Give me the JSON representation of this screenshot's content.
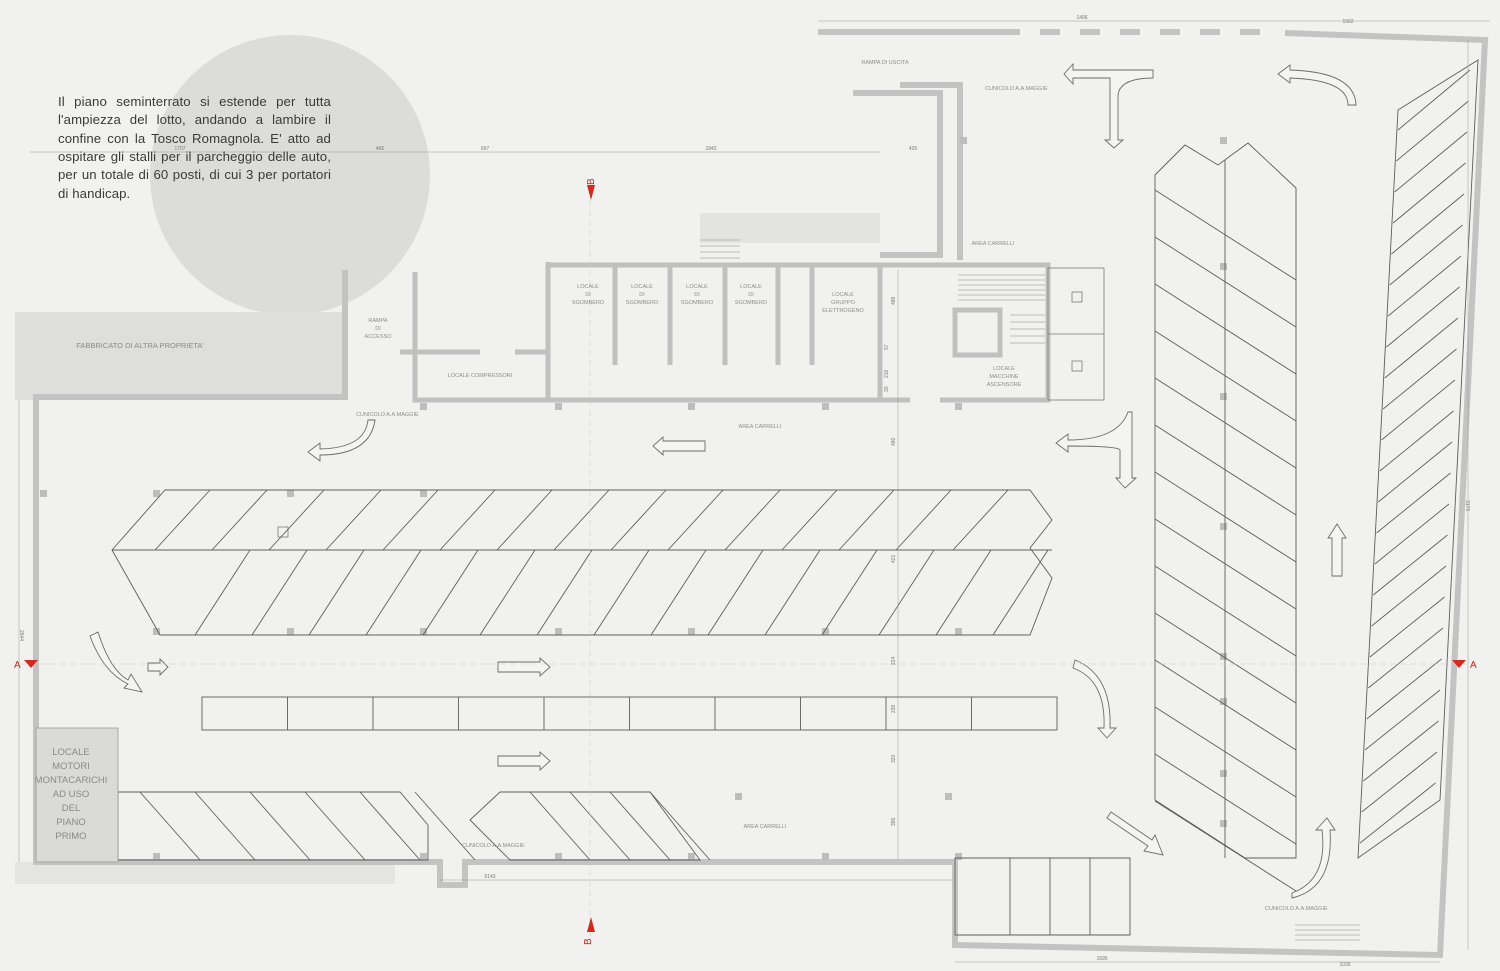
{
  "intro_text": "Il piano seminterrato si estende per tutta l'ampiezza del lotto, andando a lambire il confine con la Tosco Romagnola. E' atto ad ospitare gli stalli per il parcheggio delle auto, per un totale di 60 posti, di cui 3 per portatori di handicap.",
  "labels": {
    "fabbricato": "FABBRICATO DI ALTRA PROPRIETA'",
    "rampa_uscita": "RAMPA DI USCITA",
    "rampa_accesso": [
      "RAMPA",
      "DI",
      "ACCESSO"
    ],
    "locale_compressori": "LOCALE COMPRESSORI",
    "sgombero": [
      "LOCALE",
      "DI",
      "SGOMBERO"
    ],
    "elettrogeno": [
      "LOCALE",
      "GRUPPO",
      "ELETTROGENO"
    ],
    "macchine_ascensore": [
      "LOCALE",
      "MACCHINE",
      "ASCENSORE"
    ],
    "area_carrelli": "AREA CARRELLI",
    "cunicolo": "CUNICOLO A.A.MAGGIE",
    "locale_motori": [
      "LOCALE",
      "MOTORI",
      "MONTACARICHI",
      "AD USO",
      "DEL",
      "PIANO",
      "PRIMO"
    ]
  },
  "section_marks": {
    "a": "A",
    "b": "B"
  },
  "dimensions": {
    "top_1": "1406",
    "top_2": "1562",
    "row_1": "465",
    "row_2": "697",
    "row_3": "1842",
    "row_4": "426",
    "row_5": "1707",
    "left": "2644",
    "right": "3176",
    "bottom_1": "5143",
    "bottom_2": "1695",
    "bottom_3": "1035",
    "mid_1": "488",
    "mid_2": "57",
    "mid_3": "216",
    "mid_4": "30",
    "mid_5": "480",
    "mid_6": "421",
    "mid_7": "224",
    "mid_8": "230",
    "mid_9": "320",
    "mid_10": "395"
  },
  "colors": {
    "wall": "#c4c4c4",
    "line": "#5e5e5e",
    "accent": "#d42a1e",
    "shade": "#d9d9d8",
    "circle": "#dcdcdb"
  }
}
